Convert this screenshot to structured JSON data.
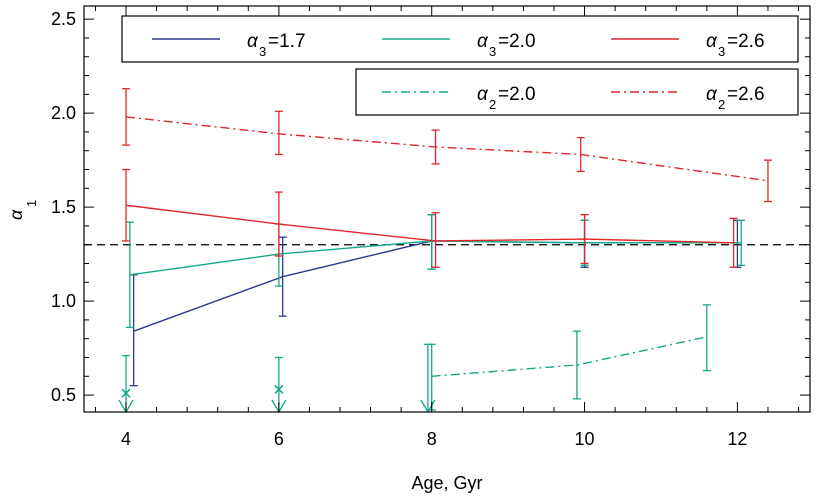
{
  "chart_data": {
    "type": "line",
    "xlabel": "Age, Gyr",
    "ylabel": {
      "base": "α",
      "sub": "1"
    },
    "xlim": [
      3.45,
      12.95
    ],
    "ylim": [
      0.41,
      2.57
    ],
    "xticks": [
      4,
      6,
      8,
      10,
      12
    ],
    "yticks": [
      0.5,
      1.0,
      1.5,
      2.0,
      2.5
    ],
    "xtick_labels": [
      "4",
      "6",
      "8",
      "10",
      "12"
    ],
    "ytick_labels": [
      "0.5",
      "1.0",
      "1.5",
      "2.0",
      "2.5"
    ],
    "reference_line": {
      "y": 1.3,
      "style": "dashed",
      "color": "#000000"
    },
    "colors": {
      "navy": "#2e3a8c",
      "teal": "#14a88a",
      "red": "#e0262b"
    },
    "legend": [
      {
        "param": "α",
        "sub": "3",
        "value": "=1.7",
        "style": "solid",
        "color": "#2e3a8c"
      },
      {
        "param": "α",
        "sub": "3",
        "value": "=2.0",
        "style": "solid",
        "color": "#14a88a"
      },
      {
        "param": "α",
        "sub": "3",
        "value": "=2.6",
        "style": "solid",
        "color": "#e0262b"
      },
      {
        "param": "α",
        "sub": "2",
        "value": "=2.0",
        "style": "dashdot",
        "color": "#14a88a"
      },
      {
        "param": "α",
        "sub": "2",
        "value": "=2.6",
        "style": "dashdot",
        "color": "#e0262b"
      }
    ],
    "series": [
      {
        "style": "solid",
        "color": "#2e3a8c",
        "points": [
          {
            "x": 4.1,
            "y": 0.84,
            "lo": 0.55,
            "hi": 1.14
          },
          {
            "x": 6.05,
            "y": 1.13,
            "lo": 0.92,
            "hi": 1.34
          },
          {
            "x": 8.0,
            "y": 1.32,
            "lo": 1.17,
            "hi": 1.46
          },
          {
            "x": 10.0,
            "y": 1.31,
            "lo": 1.18,
            "hi": 1.43
          },
          {
            "x": 12.0,
            "y": 1.31,
            "lo": 1.18,
            "hi": 1.43
          }
        ]
      },
      {
        "style": "solid",
        "color": "#14a88a",
        "points": [
          {
            "x": 4.05,
            "y": 1.14,
            "lo": 0.86,
            "hi": 1.42
          },
          {
            "x": 6.0,
            "y": 1.25,
            "lo": 1.08,
            "hi": 1.41
          },
          {
            "x": 8.0,
            "y": 1.32,
            "lo": 1.17,
            "hi": 1.46
          },
          {
            "x": 10.0,
            "y": 1.31,
            "lo": 1.19,
            "hi": 1.43
          },
          {
            "x": 12.05,
            "y": 1.31,
            "lo": 1.19,
            "hi": 1.43
          }
        ]
      },
      {
        "style": "solid",
        "color": "#e0262b",
        "points": [
          {
            "x": 4.0,
            "y": 1.51,
            "lo": 1.32,
            "hi": 1.7
          },
          {
            "x": 6.0,
            "y": 1.41,
            "lo": 1.24,
            "hi": 1.58
          },
          {
            "x": 8.05,
            "y": 1.32,
            "lo": 1.18,
            "hi": 1.47
          },
          {
            "x": 10.0,
            "y": 1.33,
            "lo": 1.2,
            "hi": 1.46
          },
          {
            "x": 11.95,
            "y": 1.31,
            "lo": 1.18,
            "hi": 1.44
          }
        ]
      },
      {
        "style": "dashdot",
        "color": "#e0262b",
        "points": [
          {
            "x": 4.0,
            "y": 1.98,
            "lo": 1.83,
            "hi": 2.13
          },
          {
            "x": 6.0,
            "y": 1.89,
            "lo": 1.78,
            "hi": 2.01
          },
          {
            "x": 8.05,
            "y": 1.82,
            "lo": 1.73,
            "hi": 1.91
          },
          {
            "x": 9.95,
            "y": 1.78,
            "lo": 1.69,
            "hi": 1.87
          },
          {
            "x": 12.4,
            "y": 1.64,
            "lo": 1.53,
            "hi": 1.75
          }
        ]
      },
      {
        "style": "dashdot",
        "color": "#14a88a",
        "points": [
          {
            "x": 8.0,
            "y": 0.6,
            "lo": 0.42,
            "hi": 0.77
          },
          {
            "x": 9.9,
            "y": 0.66,
            "lo": 0.48,
            "hi": 0.84
          },
          {
            "x": 11.6,
            "y": 0.81,
            "lo": 0.63,
            "hi": 0.98
          }
        ]
      }
    ],
    "upper_limits": [
      {
        "x": 4.0,
        "y": 0.51,
        "hi": 0.71,
        "color": "#14a88a",
        "marker": "x"
      },
      {
        "x": 6.0,
        "y": 0.53,
        "hi": 0.7,
        "color": "#14a88a",
        "marker": "x"
      },
      {
        "x": 7.95,
        "y": 0.6,
        "hi": 0.77,
        "color": "#14a88a",
        "marker": "none"
      }
    ]
  }
}
